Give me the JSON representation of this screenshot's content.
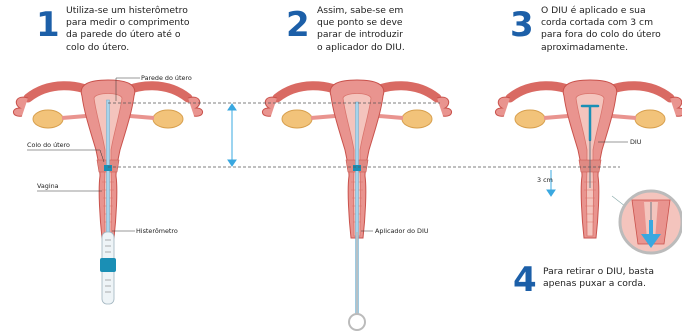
{
  "steps": [
    {
      "number": "1",
      "text": "Utiliza-se um histerômetro\npara medir o comprimento\nda parede do útero até o\ncolo do útero."
    },
    {
      "number": "2",
      "text": "Assim, sabe-se em\nque ponto se deve\nparar de introduzir\no aplicador do DIU."
    },
    {
      "number": "3",
      "text": "O DIU é aplicado e sua\ncorda cortada com 3 cm\npara fora do colo do útero\naproximadamente."
    },
    {
      "number": "4",
      "text": "Para retirar o DIU, basta\napenas puxar a corda."
    }
  ],
  "labels": {
    "parede_utero": "Parede do útero",
    "colo_utero": "Colo do útero",
    "vagina": "Vagina",
    "histerometro": "Histerômetro",
    "aplicador": "Aplicador do DIU",
    "diu": "DIU",
    "tres_cm": "3 cm"
  },
  "colors": {
    "step_number": "#1c5fa8",
    "tissue": "#e9948f",
    "tissue_dark": "#c9524c",
    "inner": "#f4c4bd",
    "ovary": "#f2c37a",
    "instrument": "#a6d4ec",
    "marker": "#1a8fb5",
    "arrow": "#3aa8e0"
  }
}
